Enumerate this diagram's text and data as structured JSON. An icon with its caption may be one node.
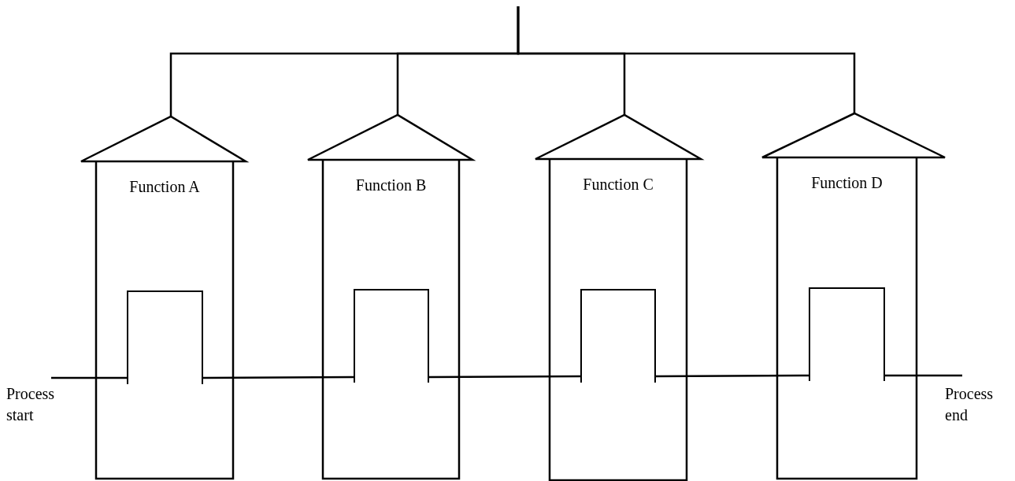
{
  "diagram": {
    "nodes": [
      {
        "text": [
          "Function A"
        ]
      },
      {
        "text": [],
        "shape": "box",
        "in": 0
      },
      {
        "text": [
          "Function B"
        ]
      },
      {
        "text": [],
        "shape": "box",
        "in": 2
      },
      {
        "text": [
          "Function C"
        ]
      },
      {
        "text": [],
        "shape": "box",
        "in": 4
      },
      {
        "text": [
          "Function D"
        ]
      },
      {
        "text": [],
        "shape": "box",
        "in": 6
      }
    ],
    "edges": [
      {
        "from": null,
        "to": 0,
        "arrow": "none"
      },
      {
        "from": null,
        "to": 2,
        "arrow": "none"
      },
      {
        "from": null,
        "to": 4,
        "arrow": "none"
      },
      {
        "from": null,
        "to": 6,
        "arrow": "none"
      },
      {
        "from": null,
        "to": 1,
        "arrow": "none"
      },
      {
        "from": 1,
        "to": 3,
        "arrow": "none"
      },
      {
        "from": 3,
        "to": 5,
        "arrow": "none"
      },
      {
        "from": 5,
        "to": 7,
        "arrow": "none"
      },
      {
        "from": 7,
        "to": null,
        "arrow": "none"
      }
    ],
    "labels": [
      "Process start",
      "Process end"
    ]
  }
}
